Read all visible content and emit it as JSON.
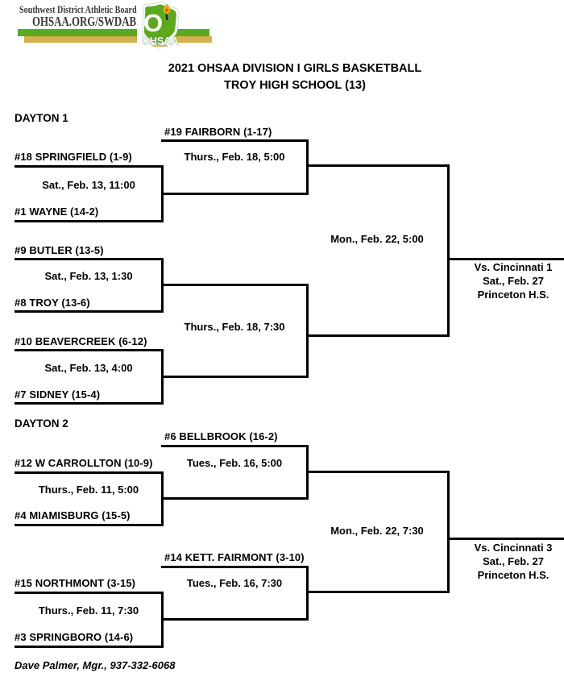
{
  "colors": {
    "green": "#5ca81f",
    "gold": "#d4b24c",
    "ink": "#000000",
    "hdr": "#3a3a3a",
    "flame-gold": "#e9a912",
    "flame-orange": "#d95d10"
  },
  "header": {
    "org": "Southwest District Athletic Board",
    "site": "OHSAA.ORG/SWDAB",
    "logo": {
      "letter": "O",
      "name": "OHSAA"
    }
  },
  "title": {
    "line1": "2021 OHSAA DIVISION I GIRLS BASKETBALL",
    "line2": "TROY HIGH SCHOOL (13)"
  },
  "dayton1": {
    "label": "DAYTON 1",
    "teams": {
      "fairborn": "#19 FAIRBORN (1-17)",
      "springfield": "#18 SPRINGFIELD (1-9)",
      "wayne": "#1 WAYNE (14-2)",
      "butler": "#9 BUTLER (13-5)",
      "troy": "#8 TROY (13-6)",
      "beavercreek": "#10 BEAVERCREEK (6-12)",
      "sidney": "#7 SIDNEY (15-4)"
    },
    "games": {
      "r1_game1": "Sat., Feb. 13, 11:00",
      "r1_game2": "Sat., Feb. 13, 1:30",
      "r1_game3": "Sat., Feb. 13, 4:00",
      "r2_game1": "Thurs., Feb. 18, 5:00",
      "r2_game2": "Thurs., Feb. 18, 7:30",
      "final": "Mon., Feb. 22, 5:00"
    },
    "advance": {
      "line1": "Vs. Cincinnati 1",
      "line2": "Sat., Feb. 27",
      "line3": "Princeton H.S."
    }
  },
  "dayton2": {
    "label": "DAYTON 2",
    "teams": {
      "bellbrook": "#6 BELLBROOK (16-2)",
      "w_carrollton": "#12 W CARROLLTON (10-9)",
      "miamisburg": "#4 MIAMISBURG (15-5)",
      "kett_fairmont": "#14 KETT. FAIRMONT (3-10)",
      "northmont": "#15 NORTHMONT (3-15)",
      "springboro": "#3 SPRINGBORO (14-6)"
    },
    "games": {
      "r1_game1": "Thurs., Feb. 11, 5:00",
      "r1_game2": "Thurs., Feb. 11, 7:30",
      "r2_game1": "Tues., Feb. 16, 5:00",
      "r2_game2": "Tues., Feb. 16, 7:30",
      "final": "Mon., Feb. 22, 7:30"
    },
    "advance": {
      "line1": "Vs. Cincinnati 3",
      "line2": "Sat., Feb. 27",
      "line3": "Princeton H.S."
    }
  },
  "footer": {
    "manager": "Dave Palmer, Mgr., 937-332-6068"
  }
}
